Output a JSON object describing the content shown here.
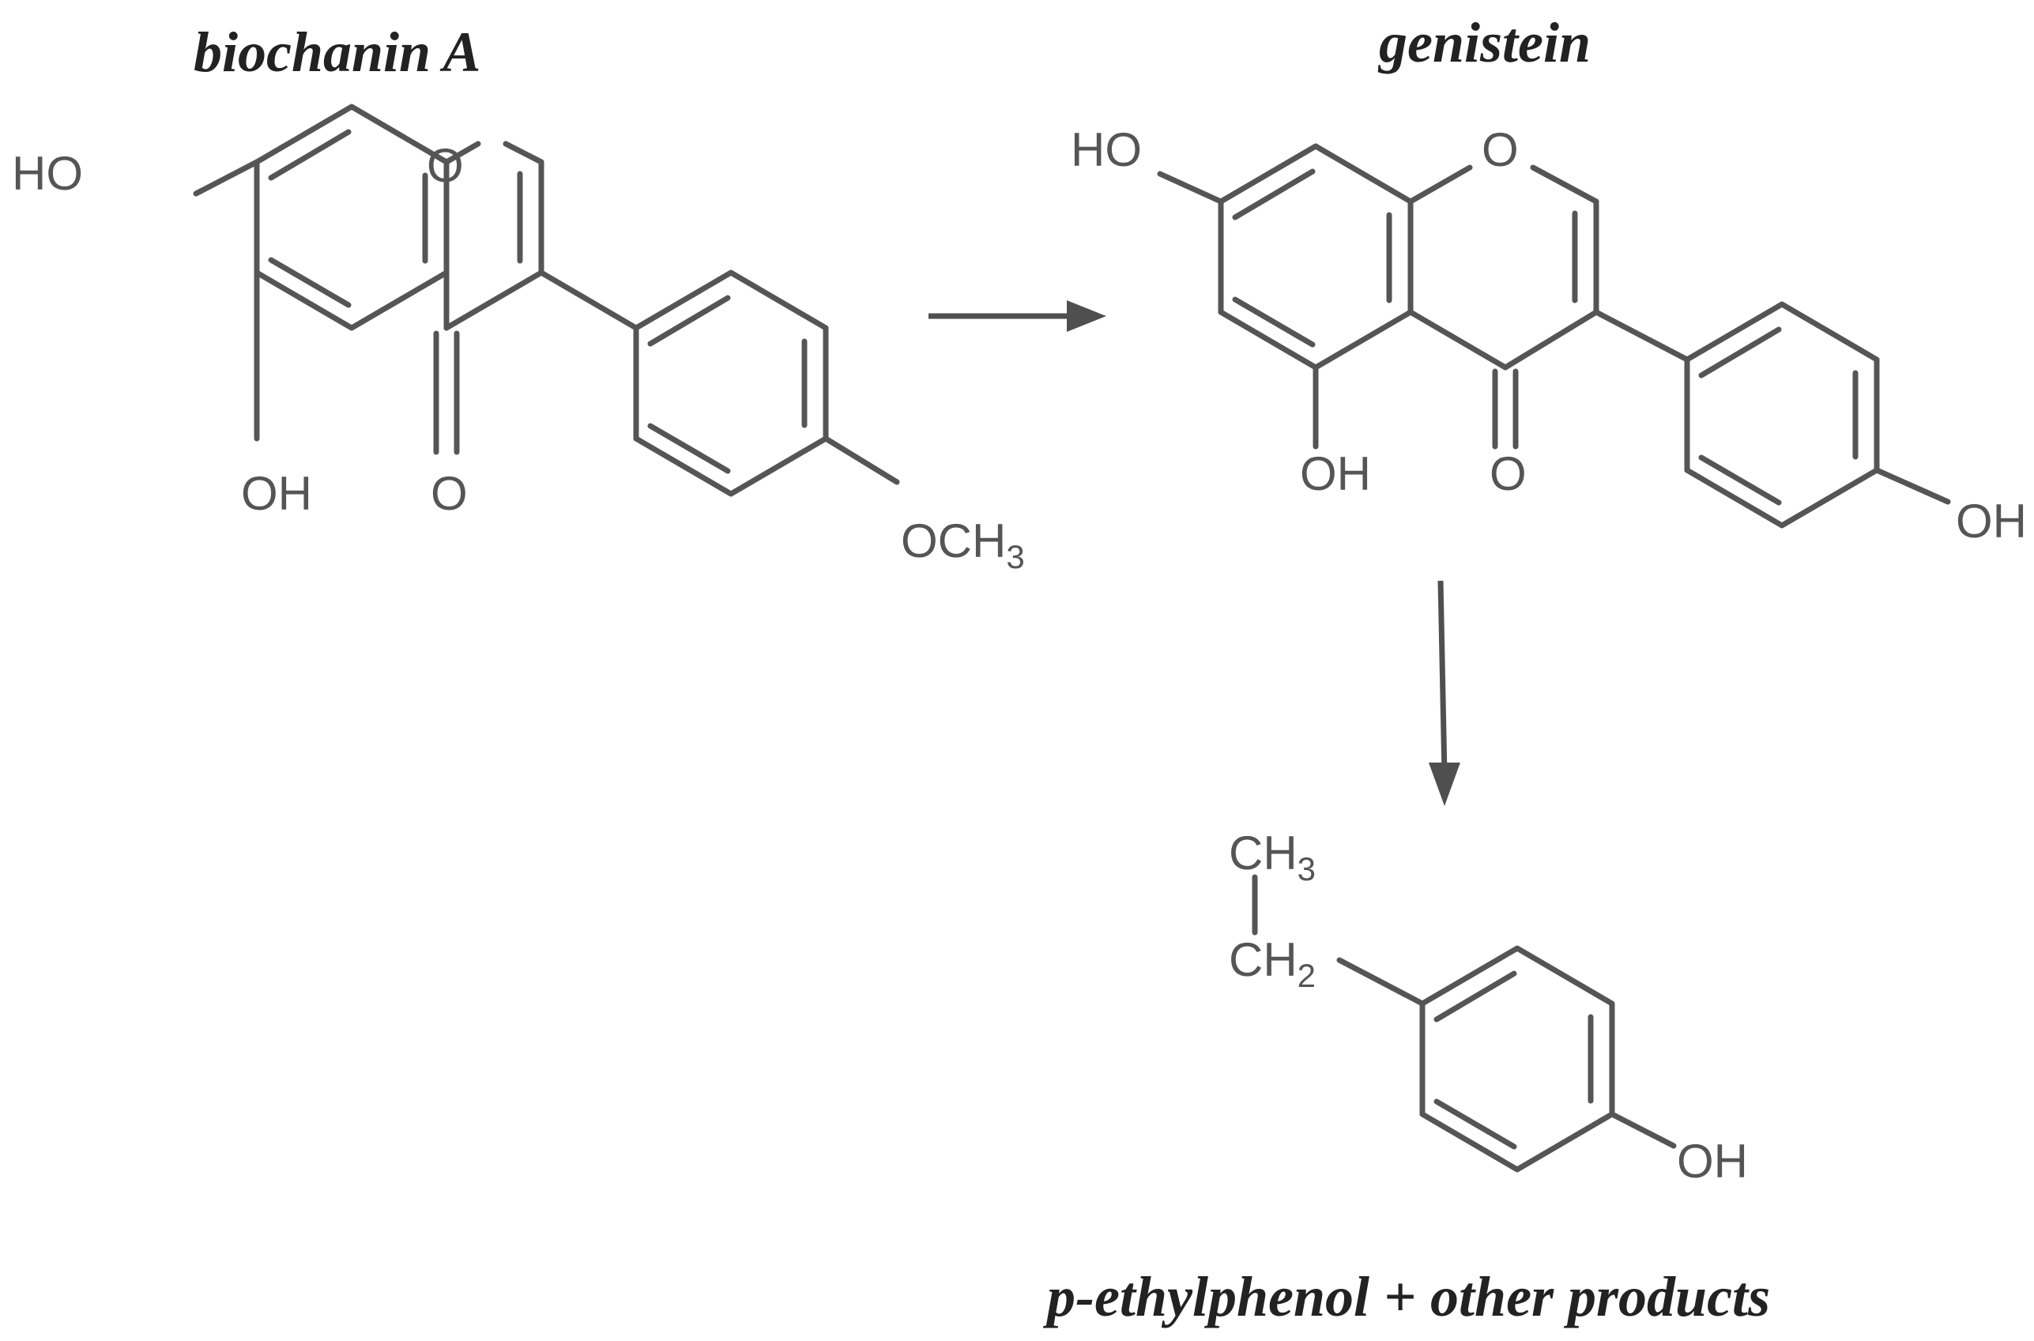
{
  "titles": {
    "reactant": "biochanin A",
    "intermediate": "genistein",
    "product": "p-ethylphenol + other products"
  },
  "biochanin": {
    "ho_top": "HO",
    "ring_o": "O",
    "oh_bottom": "OH",
    "carbonyl_o": "O",
    "methoxy": "OCH",
    "methoxy_sub": "3"
  },
  "genistein": {
    "ho_top": "HO",
    "ring_o": "O",
    "oh_bottom": "OH",
    "carbonyl_o": "O",
    "oh_right": "OH"
  },
  "ethylphenol": {
    "ch3": "CH",
    "ch3_sub": "3",
    "ch2": "CH",
    "ch2_sub": "2",
    "oh": "OH"
  },
  "colors": {
    "structure": "#555555",
    "arrow": "#4f4f4f",
    "text": "#222222"
  }
}
